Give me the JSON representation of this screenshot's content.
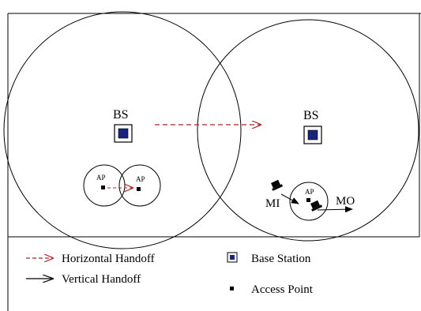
{
  "colors": {
    "horizontal_handoff": "#b22222",
    "vertical_handoff": "#000000",
    "base_station_fill": "#1a237e",
    "stroke": "#000000"
  },
  "labels": {
    "bs_left": "BS",
    "bs_right": "BS",
    "ap_left_1": "AP",
    "ap_left_2": "AP",
    "ap_right": "AP",
    "mi": "MI",
    "mo": "MO"
  },
  "legend": {
    "horizontal_handoff": "Horizontal Handoff",
    "vertical_handoff": "Vertical Handoff",
    "base_station": "Base Station",
    "access_point": "Access Point"
  },
  "icons": {
    "base_station": "base-station-icon",
    "access_point": "access-point-icon",
    "mobile": "laptop-icon"
  }
}
